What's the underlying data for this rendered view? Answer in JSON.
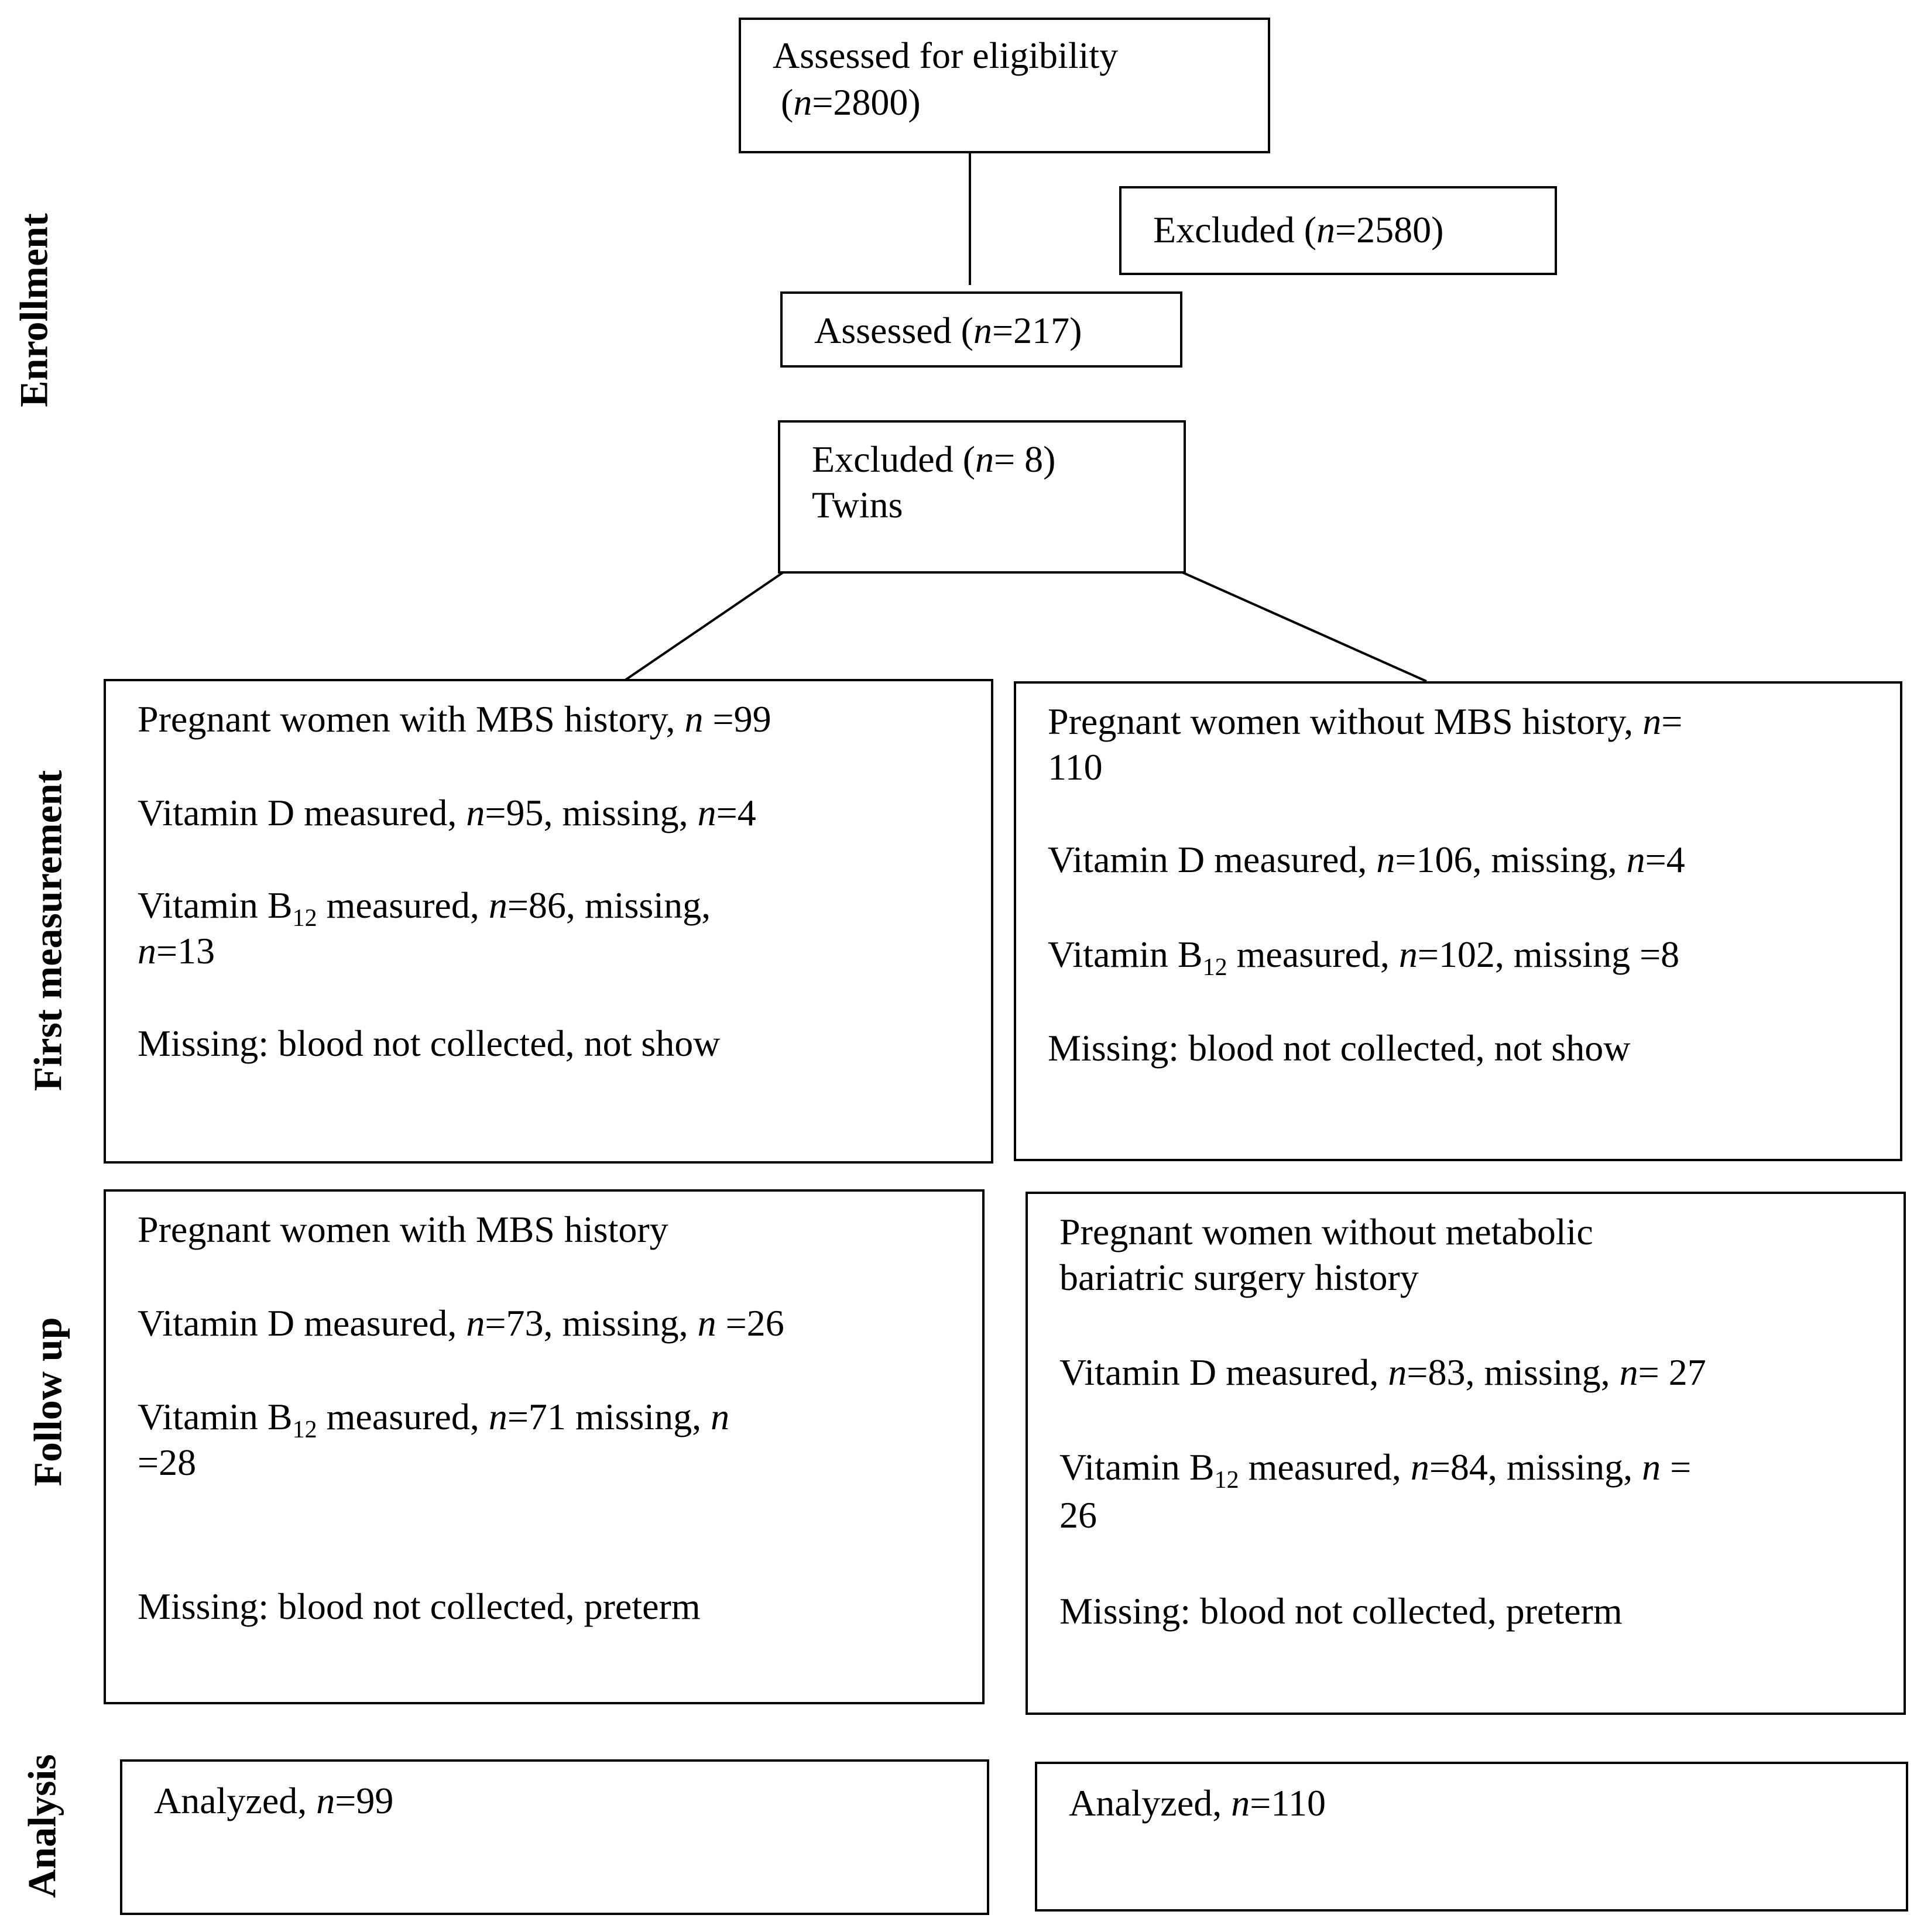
{
  "side_labels": {
    "enrollment": "Enrollment",
    "first_measurement": "First measurement",
    "follow_up": "Follow up",
    "analysis": "Analysis"
  },
  "n_symbol": "n",
  "eligibility": {
    "label": "Assessed for eligibility",
    "count_open": "(",
    "count_value": "=2800)"
  },
  "excluded_main": {
    "label": "Excluded (",
    "count_value": "=2580)"
  },
  "assessed": {
    "label": "Assessed (",
    "count_value": "=217)"
  },
  "excluded_twins": {
    "label": "Excluded (",
    "count_value": "= 8)",
    "reason": "Twins"
  },
  "first_mbs": {
    "title": "Pregnant women with MBS history, ",
    "title_count": " =99",
    "vitd_label": "Vitamin D measured, ",
    "vitd_n": "=95, missing, ",
    "vitd_missing": "=4",
    "b12_label": "Vitamin B",
    "b12_sub": "12",
    "b12_rest": " measured, ",
    "b12_n": "=86, missing,",
    "b12_missing": "=13",
    "missing_note": "Missing: blood not collected, not show"
  },
  "first_nonmbs": {
    "title": "Pregnant women without MBS history, ",
    "title_count": "=",
    "title_count_line2": "110",
    "vitd_label": "Vitamin D measured, ",
    "vitd_n": "=106, missing, ",
    "vitd_missing": "=4",
    "b12_label": "Vitamin B",
    "b12_sub": "12",
    "b12_rest": " measured, ",
    "b12_n": "=102, missing =8",
    "missing_note": "Missing: blood not collected, not show"
  },
  "follow_mbs": {
    "title": "Pregnant women with MBS history",
    "vitd_label": "Vitamin D measured, ",
    "vitd_n": "=73, missing, ",
    "vitd_missing": " =26",
    "b12_label": "Vitamin B",
    "b12_sub": "12",
    "b12_rest": " measured, ",
    "b12_n": "=71 missing, ",
    "b12_missing": "=28",
    "missing_note": "Missing: blood not collected, preterm"
  },
  "follow_nonmbs": {
    "title_line1": "Pregnant women without metabolic",
    "title_line2": "bariatric surgery history",
    "vitd_label": "Vitamin D measured, ",
    "vitd_n": "=83, missing, ",
    "vitd_missing": "= 27",
    "b12_label": "Vitamin B",
    "b12_sub": "12",
    "b12_rest": " measured, ",
    "b12_n": "=84, missing, ",
    "b12_missing": " =",
    "b12_missing_line2": "26",
    "missing_note": "Missing: blood not collected, preterm"
  },
  "analysis_mbs": {
    "label": "Analyzed, ",
    "count": "=99"
  },
  "analysis_nonmbs": {
    "label": "Analyzed, ",
    "count": "=110"
  }
}
